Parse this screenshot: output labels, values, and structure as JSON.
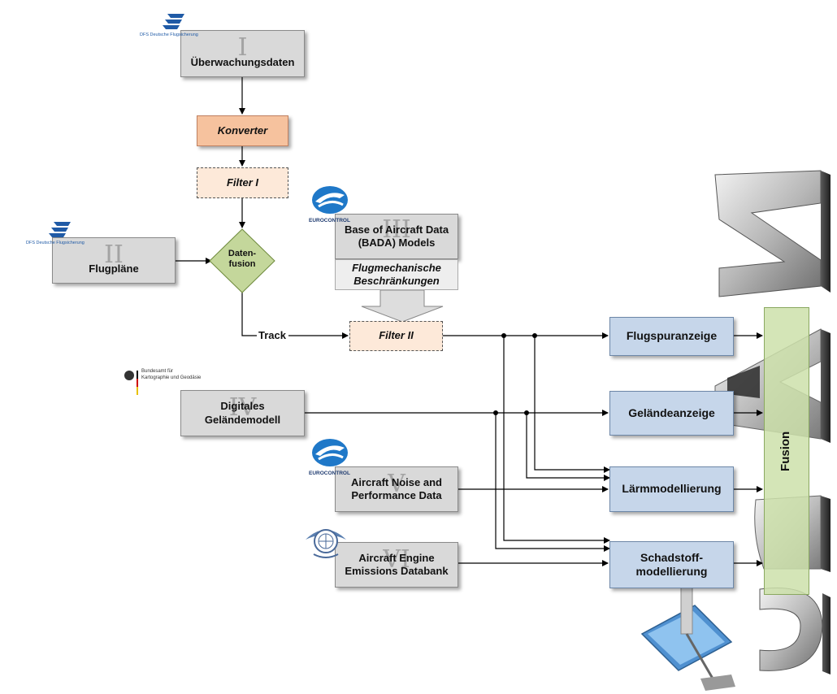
{
  "sources": {
    "s1": {
      "roman": "I",
      "label": "Überwachungsdaten"
    },
    "s2": {
      "roman": "II",
      "label": "Flugpläne"
    },
    "s3": {
      "roman": "III",
      "label": "Base of Aircraft Data (BADA) Models"
    },
    "s4": {
      "roman": "IV",
      "label_line1": "Digitales",
      "label_line2": "Geländemodell"
    },
    "s5": {
      "roman": "V",
      "label_line1": "Aircraft Noise and",
      "label_line2": "Performance Data"
    },
    "s6": {
      "roman": "VI",
      "label_line1": "Aircraft Engine",
      "label_line2": "Emissions Databank"
    }
  },
  "process": {
    "konverter": "Konverter",
    "filter1": "Filter I",
    "datenfusion_line1": "Daten-",
    "datenfusion_line2": "fusion",
    "constraints_line1": "Flugmechanische",
    "constraints_line2": "Beschränkungen",
    "filter2": "Filter II",
    "track_label": "Track"
  },
  "outputs": {
    "o1": "Flugspuranzeige",
    "o2": "Geländeanzeige",
    "o3": "Lärmmodellierung",
    "o4_line1": "Schadstoff-",
    "o4_line2": "modellierung"
  },
  "fusion_label": "Fusion",
  "logos": {
    "dfs": "DFS Deutsche Flugsicherung",
    "eurocontrol": "EUROCONTROL",
    "bkg_line1": "Bundesamt für",
    "bkg_line2": "Kartographie und Geodäsie"
  },
  "colors": {
    "source_fill": "#d9d9d9",
    "konverter_fill": "#f6c29e",
    "filter_fill": "#fde9d9",
    "output_fill": "#c6d6ea",
    "datenfusion_fill": "#c4d79b",
    "fusion_bar_fill": "#d7e4bc",
    "dfs_blue": "#1f5aa6",
    "eurocontrol_blue": "#1f78c8"
  }
}
